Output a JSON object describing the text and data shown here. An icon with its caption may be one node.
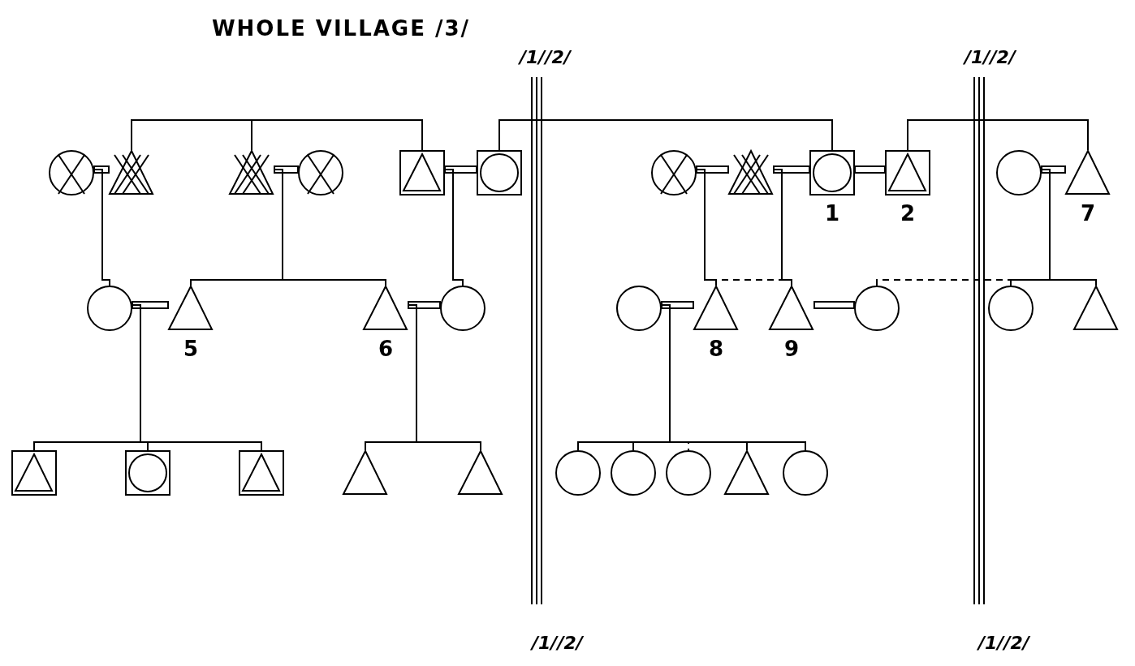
{
  "diagram": {
    "title": "WHOLE VILLAGE /3/",
    "nodes": [
      {
        "text": [],
        "shape": "circle"
      },
      {
        "text": [],
        "shape": "triangle"
      },
      {
        "text": [],
        "shape": "triangle"
      },
      {
        "text": [],
        "shape": "circle"
      },
      {
        "text": [],
        "shape": "box"
      },
      {
        "text": [],
        "shape": "box"
      },
      {
        "text": [],
        "shape": "circle"
      },
      {
        "text": [],
        "shape": "triangle"
      },
      {
        "text": [],
        "shape": "box",
        "beside": [
          "1"
        ]
      },
      {
        "text": [],
        "shape": "box",
        "beside": [
          "2"
        ]
      },
      {
        "text": [],
        "shape": "circle"
      },
      {
        "text": [],
        "shape": "triangle",
        "beside": [
          "7"
        ]
      },
      {
        "text": [],
        "shape": "circle"
      },
      {
        "text": [],
        "shape": "triangle",
        "beside": [
          "5"
        ]
      },
      {
        "text": [],
        "shape": "triangle",
        "beside": [
          "6"
        ]
      },
      {
        "text": [],
        "shape": "circle"
      },
      {
        "text": [],
        "shape": "circle"
      },
      {
        "text": [],
        "shape": "triangle",
        "beside": [
          "8"
        ]
      },
      {
        "text": [],
        "shape": "triangle",
        "beside": [
          "9"
        ]
      },
      {
        "text": [],
        "shape": "circle"
      },
      {
        "text": [],
        "shape": "circle"
      },
      {
        "text": [],
        "shape": "triangle"
      },
      {
        "text": [],
        "shape": "box"
      },
      {
        "text": [],
        "shape": "box"
      },
      {
        "text": [],
        "shape": "box"
      },
      {
        "text": [],
        "shape": "triangle"
      },
      {
        "text": [],
        "shape": "triangle"
      },
      {
        "text": [],
        "shape": "circle"
      },
      {
        "text": [],
        "shape": "circle"
      },
      {
        "text": [],
        "shape": "circle"
      },
      {
        "text": [],
        "shape": "triangle"
      },
      {
        "text": [],
        "shape": "circle"
      }
    ],
    "edges": [
      {
        "from": 0,
        "to": 1,
        "arrow": "none"
      },
      {
        "from": 2,
        "to": 3,
        "arrow": "none"
      },
      {
        "from": 4,
        "to": 5,
        "arrow": "none"
      },
      {
        "from": 6,
        "to": 7,
        "arrow": "none"
      },
      {
        "from": 7,
        "to": 8,
        "arrow": "none"
      },
      {
        "from": 8,
        "to": 9,
        "arrow": "none"
      },
      {
        "from": 10,
        "to": 11,
        "arrow": "none"
      },
      {
        "from": 12,
        "to": 13,
        "arrow": "none"
      },
      {
        "from": 14,
        "to": 15,
        "arrow": "none"
      },
      {
        "from": 16,
        "to": 17,
        "arrow": "none"
      },
      {
        "from": 18,
        "to": 19,
        "arrow": "none"
      },
      {
        "from": 1,
        "to": 2,
        "arrow": "none"
      },
      {
        "from": 2,
        "to": 4,
        "arrow": "none"
      },
      {
        "from": 5,
        "to": 8,
        "arrow": "none"
      },
      {
        "from": 9,
        "to": 11,
        "arrow": "none"
      },
      {
        "from": 0,
        "to": 12,
        "arrow": "none"
      },
      {
        "from": 2,
        "to": 13,
        "arrow": "none"
      },
      {
        "from": 2,
        "to": 14,
        "arrow": "none"
      },
      {
        "from": 4,
        "to": 15,
        "arrow": "none"
      },
      {
        "from": 12,
        "to": 22,
        "arrow": "none"
      },
      {
        "from": 12,
        "to": 23,
        "arrow": "none"
      },
      {
        "from": 12,
        "to": 24,
        "arrow": "none"
      },
      {
        "from": 14,
        "to": 25,
        "arrow": "none"
      },
      {
        "from": 14,
        "to": 26,
        "arrow": "none"
      },
      {
        "from": 6,
        "to": 17,
        "arrow": "none"
      },
      {
        "from": 7,
        "to": 18,
        "arrow": "none"
      },
      {
        "from": 10,
        "to": 20,
        "arrow": "none"
      },
      {
        "from": 10,
        "to": 21,
        "arrow": "none"
      },
      {
        "from": 16,
        "to": 27,
        "arrow": "none"
      },
      {
        "from": 16,
        "to": 28,
        "arrow": "none"
      },
      {
        "from": 16,
        "to": 29,
        "arrow": "none",
        "style": "dashed"
      },
      {
        "from": 16,
        "to": 30,
        "arrow": "none"
      },
      {
        "from": 16,
        "to": 31,
        "arrow": "none"
      },
      {
        "from": 17,
        "to": 18,
        "arrow": "none",
        "style": "dashed"
      },
      {
        "from": 19,
        "to": 20,
        "arrow": "none",
        "style": "dashed"
      }
    ],
    "labels": [
      "/1//2/",
      "/1//2/",
      "/1//2/",
      "/1//2/"
    ]
  }
}
